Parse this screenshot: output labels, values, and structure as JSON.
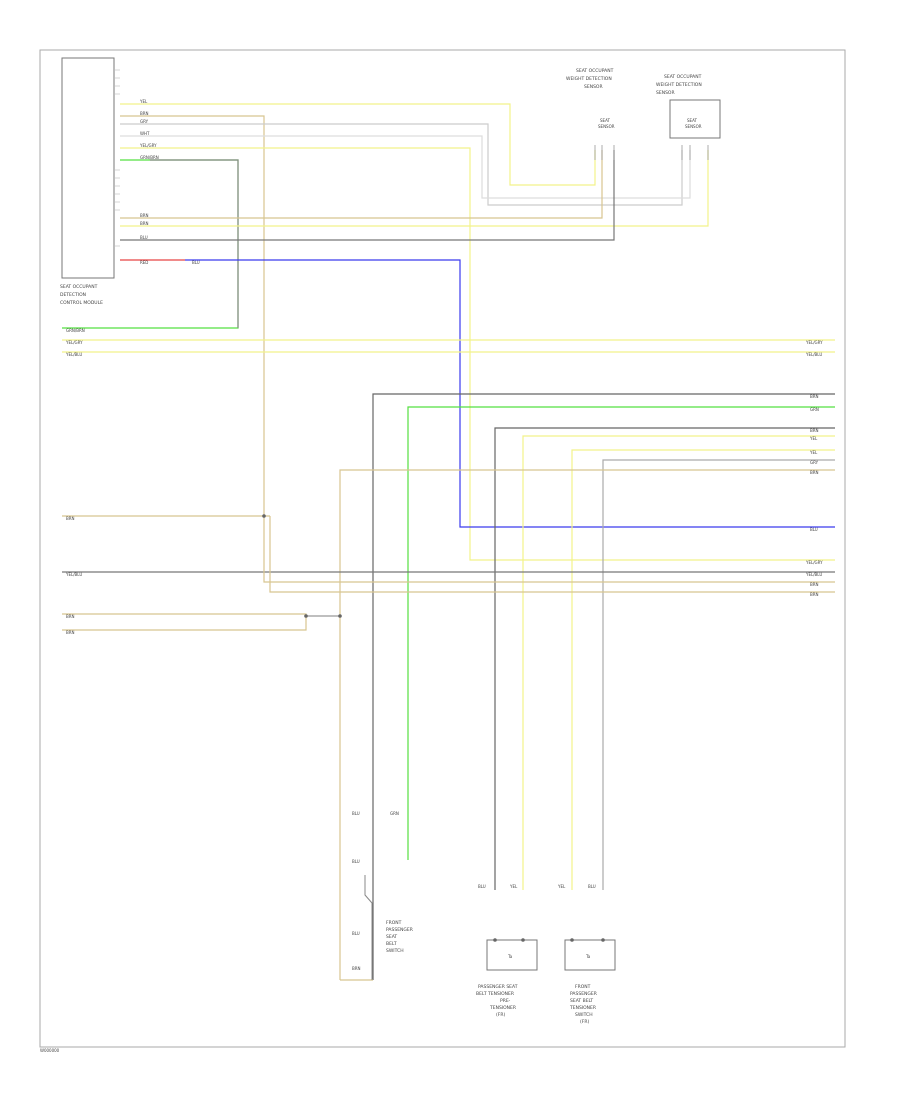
{
  "footer_code": "W000000",
  "components": {
    "control_module": [
      "SEAT OCCUPANT",
      "DETECTION",
      "CONTROL MODULE"
    ],
    "sensor_left": [
      "SEAT OCCUPANT",
      "WEIGHT DETECTION",
      "SENSOR"
    ],
    "sensor_right": [
      "SEAT OCCUPANT",
      "WEIGHT DETECTION",
      "SENSOR"
    ],
    "sensor_left_box": [
      "SEAT",
      "SENSOR"
    ],
    "sensor_right_box": [
      "SEAT",
      "SENSOR"
    ],
    "switch_module": [
      "FRONT",
      "PASSENGER",
      "SEAT",
      "BELT",
      "SWITCH"
    ],
    "passenger_buckle": [
      "PASSENGER SEAT",
      "BELT TENSIONER",
      "PRE-",
      "TENSIONER",
      "(FR)"
    ],
    "driver_buckle": [
      "FRONT",
      "PASSENGER",
      "SEAT BELT",
      "TENSIONER",
      "SWITCH",
      "(FR)"
    ]
  },
  "wire_labels": {
    "module_pins": [
      "YEL",
      "BRN",
      "GRY",
      "WHT",
      "YEL/GRY",
      "GRN/BRN",
      "BRN",
      "BRN",
      "BLU"
    ],
    "module_red_blue": [
      "RED",
      "BLU"
    ],
    "bus": [
      "GRN/BRN",
      "YEL/GRY",
      "YEL/BLU"
    ],
    "bus_right": [
      "YEL/GRY",
      "YEL/BLU"
    ],
    "mid_right": [
      "BRN",
      "GRN",
      "BRN",
      "YEL",
      "YEL",
      "GRY",
      "BRN",
      "BLU",
      "YEL/GRY",
      "YEL/BLU",
      "BRN",
      "BRN"
    ],
    "left_stubs": [
      "BRN",
      "YEL/BLU",
      "BRN",
      "BRN"
    ],
    "switch_pins": [
      "BLU",
      "GRN",
      "BLU",
      "BLU",
      "BRN"
    ],
    "buckle_pins": [
      "BLU",
      "YEL",
      "YEL",
      "BLU"
    ]
  },
  "colors": {
    "yellow": "#f2f28a",
    "brown": "#d8c590",
    "green": "#55e040",
    "blue": "#3a3aee",
    "red": "#e84545",
    "gray": "#888888",
    "dark": "#555555"
  }
}
